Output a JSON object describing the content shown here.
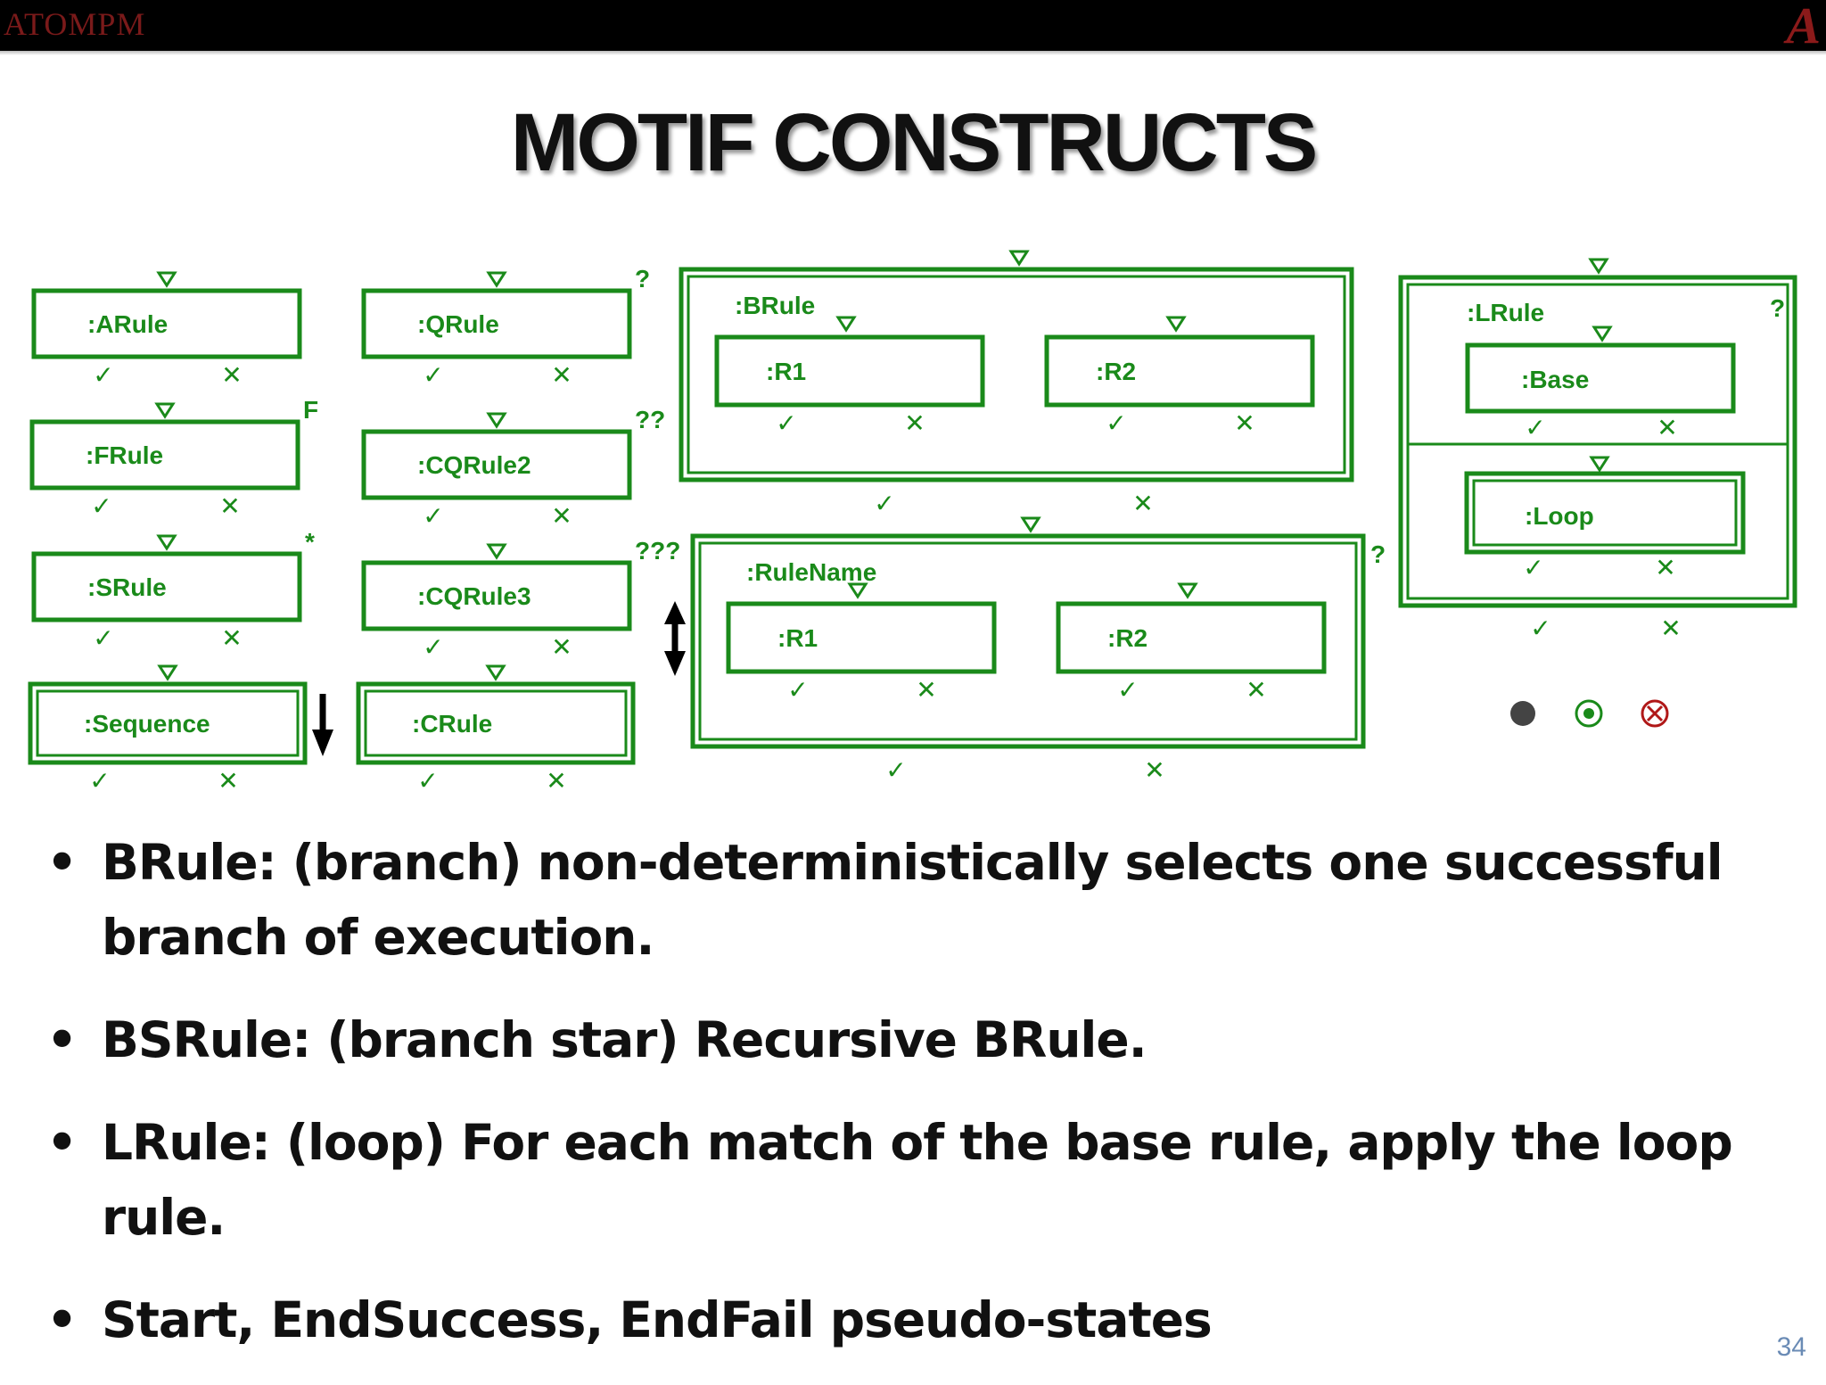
{
  "header": {
    "logo_text": "ATOMPM",
    "corner_mark": "A"
  },
  "slide": {
    "title": "MOTIF CONSTRUCTS",
    "page_number": "34",
    "bullets": [
      "BRule: (branch) non-deterministically selects one successful branch of execution.",
      "BSRule: (branch star) Recursive BRule.",
      "LRule: (loop) For each match of the base rule, apply the loop rule.",
      "Start, EndSuccess, EndFail pseudo-states"
    ]
  },
  "diagram": {
    "color": "#1a8a1a",
    "success_symbol": "✓",
    "fail_symbol": "✕",
    "rules": {
      "arule": {
        "label": ":ARule",
        "modifier": ""
      },
      "frule": {
        "label": ":FRule",
        "modifier": "F"
      },
      "srule": {
        "label": ":SRule",
        "modifier": "*"
      },
      "sequence": {
        "label": ":Sequence",
        "modifier": ""
      },
      "qrule": {
        "label": ":QRule",
        "modifier": "?"
      },
      "cqrule2": {
        "label": ":CQRule2",
        "modifier": "??"
      },
      "cqrule3": {
        "label": ":CQRule3",
        "modifier": "???"
      },
      "crule": {
        "label": ":CRule",
        "modifier": ""
      }
    },
    "brule": {
      "label": ":BRule",
      "r1": ":R1",
      "r2": ":R2"
    },
    "bsrule": {
      "label": ":RuleName",
      "r1": ":R1",
      "r2": ":R2",
      "modifier": "?"
    },
    "lrule": {
      "label": ":LRule",
      "base": ":Base",
      "loop": ":Loop",
      "modifier": "?"
    },
    "pseudo_states": [
      {
        "name": "Start",
        "color": "#444444"
      },
      {
        "name": "EndSuccess",
        "color": "#1a8a1a"
      },
      {
        "name": "EndFail",
        "color": "#b01818"
      }
    ]
  }
}
